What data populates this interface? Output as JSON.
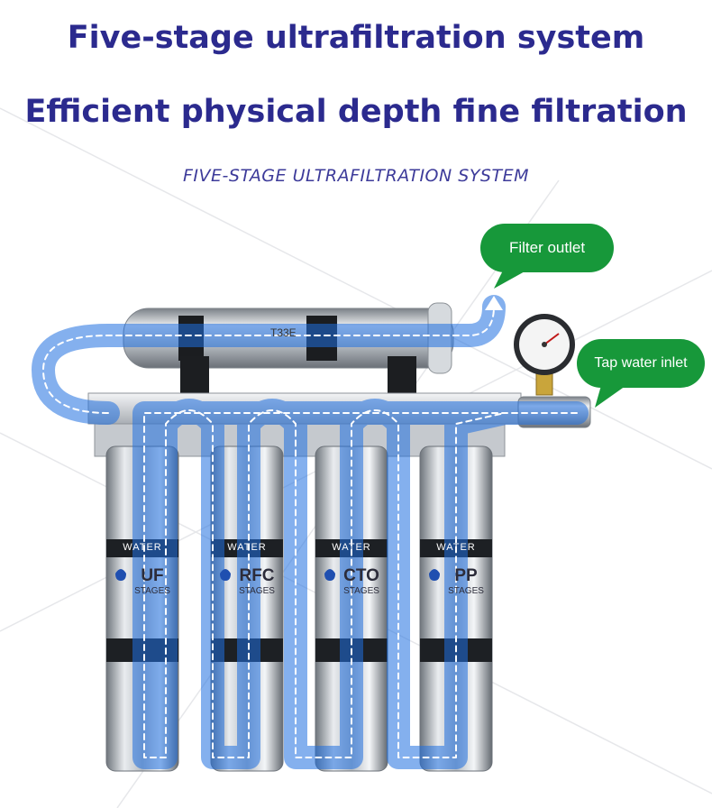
{
  "header": {
    "title_line1": "Five-stage ultrafiltration system",
    "title_line2": "Efficient physical depth fine filtration",
    "subtitle": "FIVE-STAGE ULTRAFILTRATION SYSTEM"
  },
  "callouts": {
    "outlet": "Filter outlet",
    "inlet": "Tap water inlet"
  },
  "top_filter": {
    "model": "T33E"
  },
  "filters": [
    {
      "band": "WATER",
      "stage": "UF",
      "stages_label": "STAGES"
    },
    {
      "band": "WATER",
      "stage": "RFC",
      "stages_label": "STAGES"
    },
    {
      "band": "WATER",
      "stage": "CTO",
      "stages_label": "STAGES"
    },
    {
      "band": "WATER",
      "stage": "PP",
      "stages_label": "STAGES"
    }
  ],
  "colors": {
    "title": "#2b2a8e",
    "callout": "#17983a",
    "flow": "#1f6fe0"
  },
  "icons": [
    "pressure-gauge-icon",
    "flow-arrow-icon",
    "water-drop-icon"
  ]
}
